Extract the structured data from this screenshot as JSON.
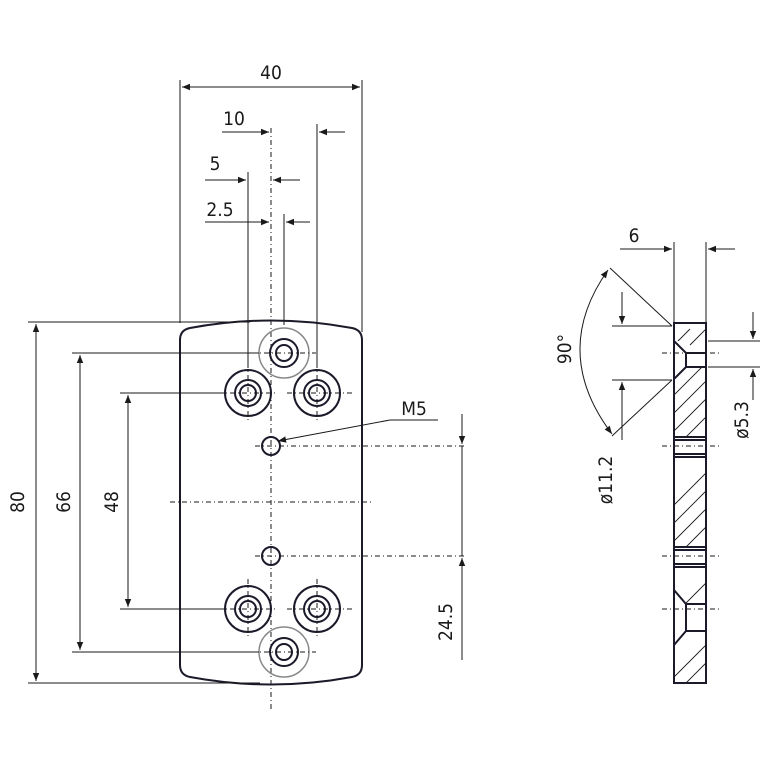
{
  "drawing": {
    "front_view": {
      "dimensions": {
        "width_total": "40",
        "hole_offset_10": "10",
        "hole_offset_5": "5",
        "hole_offset_2_5": "2.5",
        "height_total": "80",
        "height_66": "66",
        "height_48": "48",
        "height_24_5": "24.5"
      },
      "thread_callout": "M5"
    },
    "side_view": {
      "dimensions": {
        "thickness": "6",
        "angle": "90°",
        "counterbore_dia": "ø11.2",
        "hole_dia": "ø5.3"
      }
    }
  }
}
